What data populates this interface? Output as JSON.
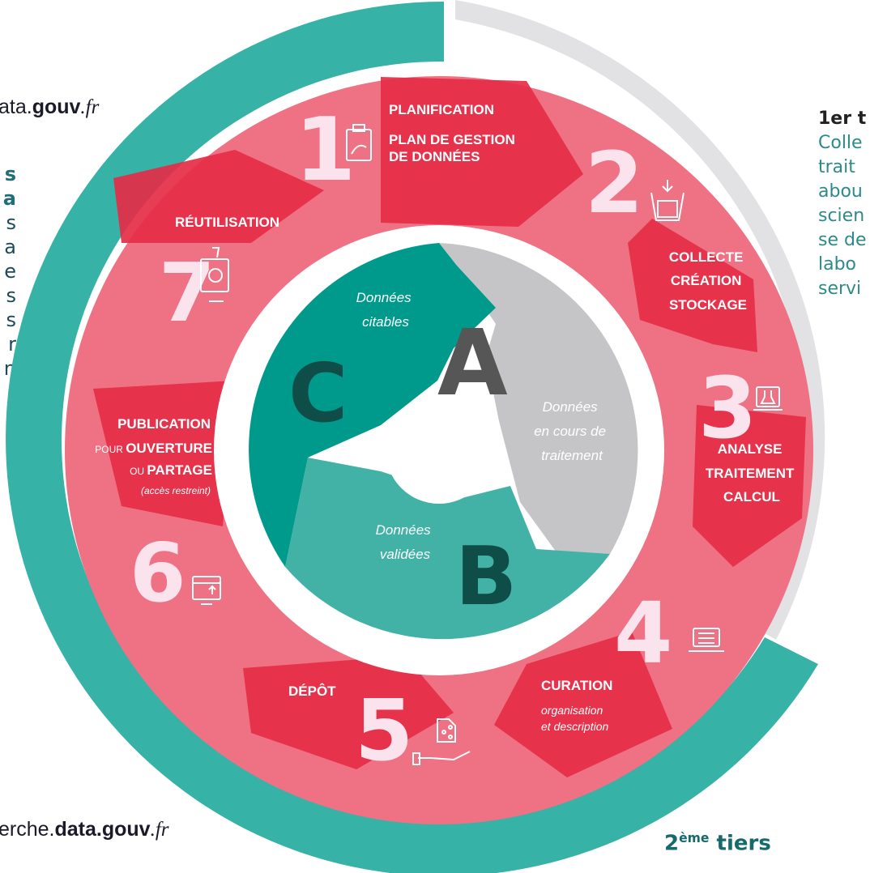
{
  "brand_top": {
    "prefix": "ata.",
    "bold": "gouv",
    "fr": ".fr"
  },
  "brand_bottom": {
    "prefix": "erche.",
    "bold": "data.gouv",
    "fr": ".fr"
  },
  "left_text": {
    "bold_lines": [
      "s",
      "a"
    ],
    "lines": [
      "s",
      "a",
      "e",
      "s",
      "s",
      "r",
      "n"
    ]
  },
  "right_text": {
    "head": "1er t",
    "lines": [
      "Colle",
      "trait",
      "abou",
      "scien",
      "se de",
      "labo",
      "servi"
    ]
  },
  "tier2": {
    "main": "2",
    "sup": "ème",
    "rest": " tiers"
  },
  "steps": {
    "s1": {
      "num": "1",
      "l1": "PLANIFICATION",
      "l2": "PLAN DE GESTION",
      "l3": "DE DONNÉES"
    },
    "s2": {
      "num": "2",
      "l1": "COLLECTE",
      "l2": "CRÉATION",
      "l3": "STOCKAGE"
    },
    "s3": {
      "num": "3",
      "l1": "ANALYSE",
      "l2": "TRAITEMENT",
      "l3": "CALCUL"
    },
    "s4": {
      "num": "4",
      "l1": "CURATION",
      "l2": "organisation",
      "l3": "et description"
    },
    "s5": {
      "num": "5",
      "l1": "DÉPÔT"
    },
    "s6": {
      "num": "6",
      "l1": "PUBLICATION",
      "l2a": "POUR ",
      "l2b": "OUVERTURE",
      "l3a": "OU ",
      "l3b": "PARTAGE",
      "l4": "(accès restreint)"
    },
    "s7": {
      "num": "7",
      "l1": "RÉUTILISATION"
    }
  },
  "inner": {
    "A": {
      "letter": "A",
      "l1": "Données",
      "l2": "en cours de",
      "l3": "traitement"
    },
    "B": {
      "letter": "B",
      "l1": "Données",
      "l2": "validées"
    },
    "C": {
      "letter": "C",
      "l1": "Données",
      "l2": "citables"
    }
  },
  "colors": {
    "outer_teal": "#36b2a7",
    "outer_grey": "#e2e2e4",
    "ring_pink": "#ef7184",
    "arrow_red": "#e52d46",
    "inner_grey": "#c5c5c7",
    "inner_teal_dark": "#009a8c",
    "inner_teal_light": "#42b2a7"
  }
}
